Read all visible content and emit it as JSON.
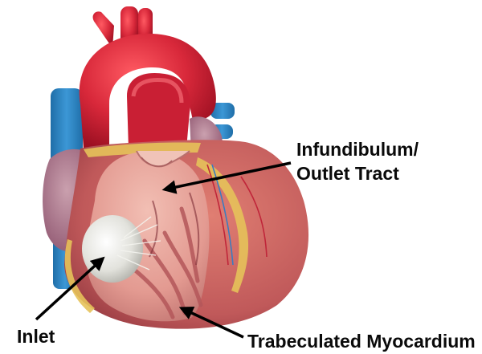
{
  "labels": {
    "infundibulum_line1": "Infundibulum/",
    "infundibulum_line2": "Outlet Tract",
    "inlet": "Inlet",
    "trabeculated": "Trabeculated Myocardium"
  },
  "colors": {
    "aorta": "#d8283a",
    "aorta_shadow": "#a81426",
    "vena_cava": "#2f86c4",
    "atrium": "#b57a8c",
    "myocardium": "#c96b66",
    "chamber_inner": "#e9a9a0",
    "fat": "#e6c25a",
    "valve": "#dcdcd6",
    "arrow": "#000000",
    "text": "#0a0a0a"
  }
}
